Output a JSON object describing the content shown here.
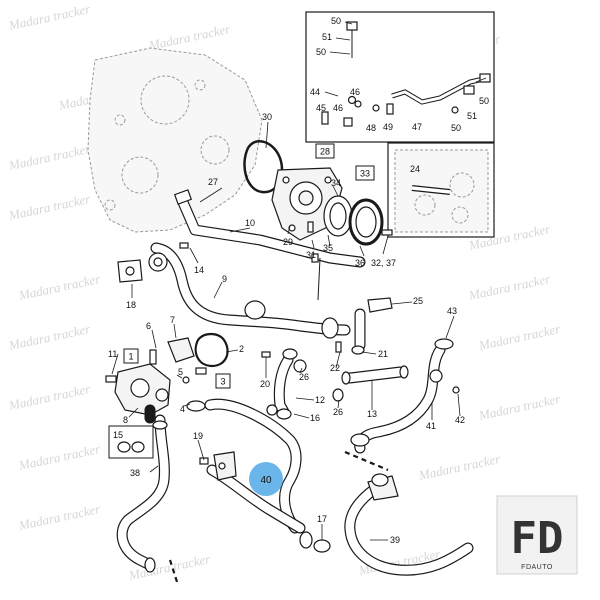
{
  "watermark": {
    "text": "Madara tracker"
  },
  "logo": {
    "letters": "FD",
    "subtitle": "FDAUTO"
  },
  "highlight": {
    "label": "40",
    "color": "#5aaee8"
  },
  "boxed_labels": [
    "28",
    "33",
    "1",
    "3",
    "15"
  ],
  "part_labels": [
    "50",
    "51",
    "50",
    "44",
    "46",
    "45",
    "46",
    "48",
    "49",
    "47",
    "50",
    "51",
    "50",
    "30",
    "27",
    "24",
    "10",
    "29",
    "34",
    "35",
    "36",
    "32, 37",
    "31",
    "14",
    "18",
    "9",
    "25",
    "43",
    "6",
    "7",
    "2",
    "11",
    "8",
    "5",
    "4",
    "20",
    "26",
    "22",
    "21",
    "12",
    "16",
    "26",
    "13",
    "41",
    "42",
    "19",
    "38",
    "17",
    "39"
  ]
}
